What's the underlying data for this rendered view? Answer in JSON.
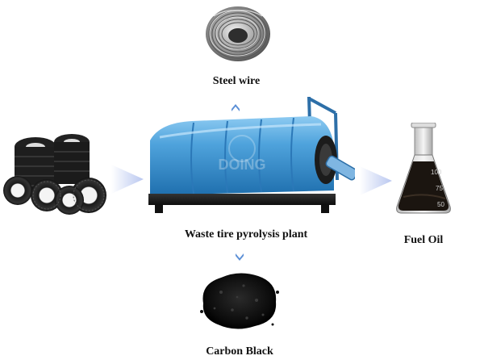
{
  "nodes": {
    "steel_wire": {
      "label": "Steel wire",
      "icon": "steel-wire-coil-icon"
    },
    "tires": {
      "icon": "tire-pile-icon"
    },
    "plant": {
      "label": "Waste tire pyrolysis plant",
      "icon": "pyrolysis-reactor-icon",
      "watermark": "DOING"
    },
    "fuel_oil": {
      "label": "Fuel Oil",
      "icon": "oil-flask-icon",
      "flask_marks": [
        "100",
        "75",
        "50"
      ]
    },
    "carbon_black": {
      "label": "Carbon Black",
      "icon": "carbon-black-pile-icon"
    }
  },
  "colors": {
    "reactor_blue": "#4fa3dc",
    "arrow_blue": "#5b8fd6",
    "flow_arrow": "#c7d3f3"
  }
}
